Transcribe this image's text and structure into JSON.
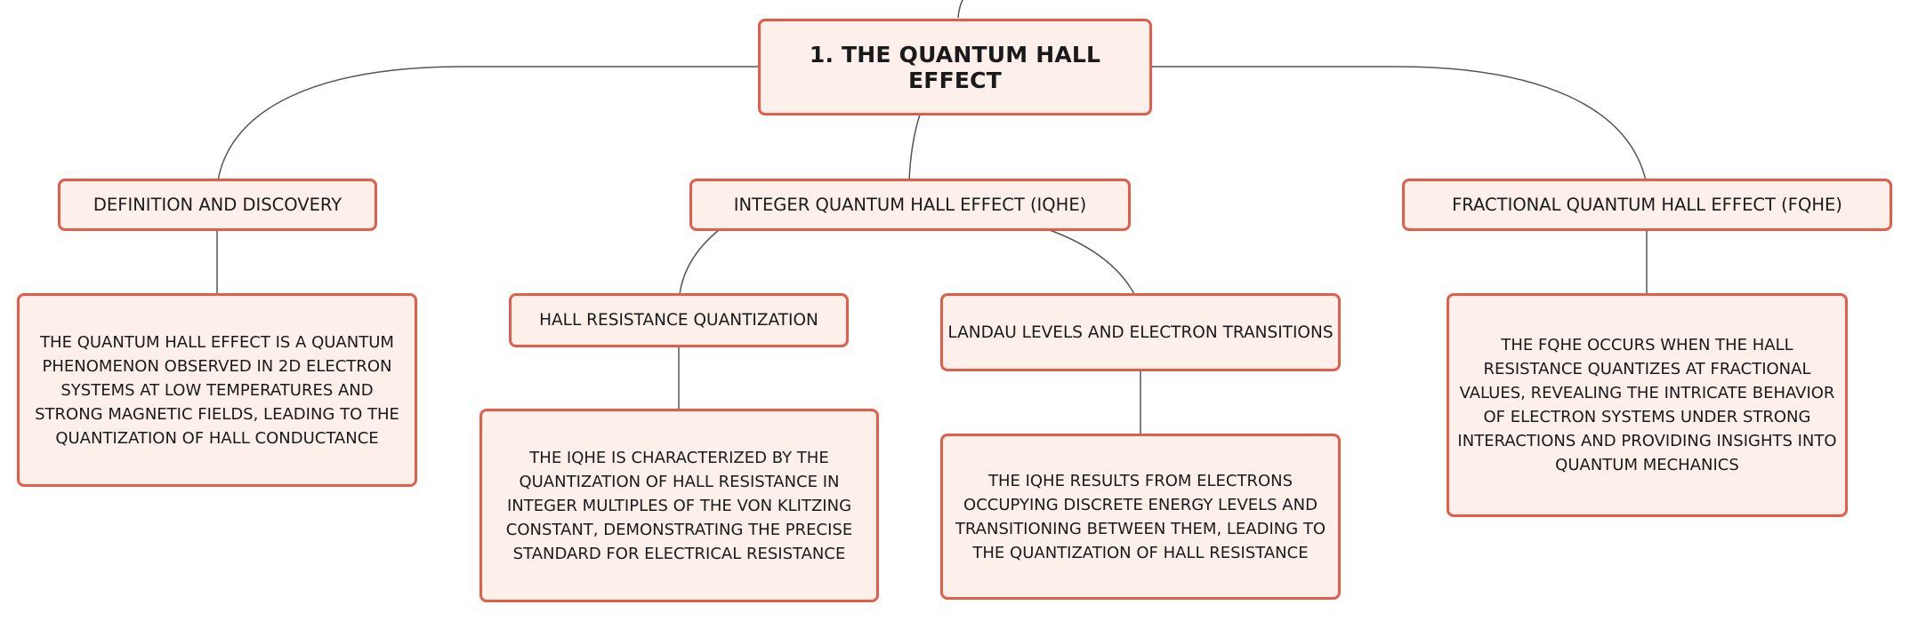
{
  "map": {
    "root": {
      "label": "1. THE QUANTUM HALL EFFECT"
    },
    "branches": {
      "definition": {
        "label": "DEFINITION AND DISCOVERY",
        "description": "THE QUANTUM HALL EFFECT IS A QUANTUM PHENOMENON OBSERVED IN 2D ELECTRON SYSTEMS AT LOW TEMPERATURES AND STRONG MAGNETIC FIELDS, LEADING TO THE QUANTIZATION OF HALL CONDUCTANCE"
      },
      "iqhe": {
        "label": "INTEGER QUANTUM HALL EFFECT (IQHE)",
        "children": {
          "hall_resistance": {
            "label": "HALL RESISTANCE QUANTIZATION",
            "description": "THE IQHE IS CHARACTERIZED BY THE QUANTIZATION OF HALL RESISTANCE IN INTEGER MULTIPLES OF THE VON KLITZING CONSTANT, DEMONSTRATING THE PRECISE STANDARD FOR ELECTRICAL RESISTANCE"
          },
          "landau": {
            "label": "LANDAU LEVELS AND ELECTRON TRANSITIONS",
            "description": "THE IQHE RESULTS FROM ELECTRONS OCCUPYING DISCRETE ENERGY LEVELS AND TRANSITIONING BETWEEN THEM, LEADING TO THE QUANTIZATION OF HALL RESISTANCE"
          }
        }
      },
      "fqhe": {
        "label": "FRACTIONAL QUANTUM HALL EFFECT (FQHE)",
        "description": "THE FQHE OCCURS WHEN THE HALL RESISTANCE QUANTIZES AT FRACTIONAL VALUES, REVEALING THE INTRICATE BEHAVIOR OF ELECTRON SYSTEMS UNDER STRONG INTERACTIONS AND PROVIDING INSIGHTS INTO QUANTUM MECHANICS"
      }
    },
    "colors": {
      "node_fill": "#fdf0eb",
      "node_border": "#e35d4a",
      "connector": "#555555",
      "text": "#1a1a1a"
    }
  }
}
